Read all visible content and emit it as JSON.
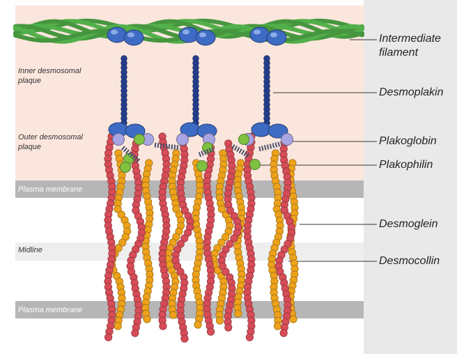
{
  "colors": {
    "page_background": "#ffffff",
    "side_panel": "#e9e9e9",
    "cytoplasm": "#fbe6dd",
    "membrane_band": "#b6b6b6",
    "midline_band": "#eeeeee",
    "intermediate_filament": "#52b04a",
    "desmoplakin": "#233f8c",
    "desmoplakin_head": "#3e6bc4",
    "plakoglobin": "#a9a4e2",
    "plakophilin": "#7fc241",
    "desmoglein": "#d64d57",
    "desmocollin": "#eda21b",
    "linker": "#49506a"
  },
  "left_labels": {
    "inner_plaque": [
      "Inner desmosomal",
      "plaque"
    ],
    "outer_plaque": [
      "Outer desmosomal",
      "plaque"
    ],
    "plasma_membrane_top": "Plasma membrane",
    "midline": "Midline",
    "plasma_membrane_bottom": "Plasma membrane"
  },
  "components": [
    {
      "key": "intermediate_filament",
      "label_lines": [
        "Intermediate",
        "filament"
      ]
    },
    {
      "key": "desmoplakin",
      "label_lines": [
        "Desmoplakin"
      ]
    },
    {
      "key": "plakoglobin",
      "label_lines": [
        "Plakoglobin"
      ]
    },
    {
      "key": "plakophilin",
      "label_lines": [
        "Plakophilin"
      ]
    },
    {
      "key": "desmoglein",
      "label_lines": [
        "Desmoglein"
      ]
    },
    {
      "key": "desmocollin",
      "label_lines": [
        "Desmocollin"
      ]
    }
  ]
}
